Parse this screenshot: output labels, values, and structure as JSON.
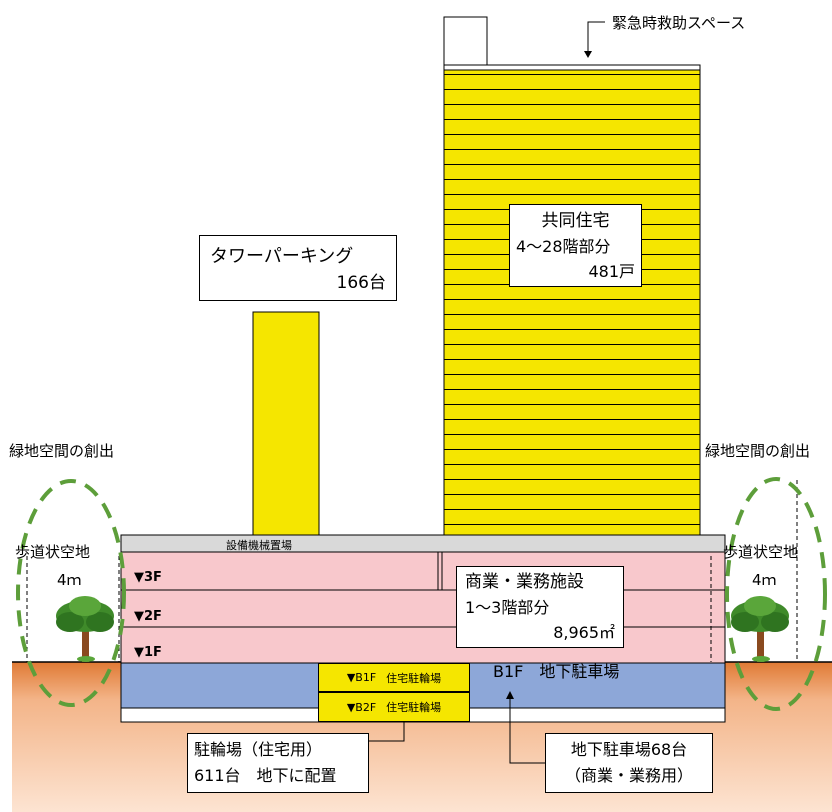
{
  "labels": {
    "emergency_space": "緊急時救助スペース",
    "green_left": "緑地空間の創出",
    "green_right": "緑地空間の創出",
    "sidewalk_left": "歩道状空地",
    "sidewalk_right": "歩道状空地",
    "width_left": "4ｍ",
    "width_right": "4ｍ",
    "machine_room": "設備機械置場",
    "basement_parking": "B1F　地下駐車場"
  },
  "floors": {
    "f3": "▼3F",
    "f2": "▼2F",
    "f1": "▼1F"
  },
  "bike_rows": [
    {
      "floor": "▼B1F",
      "name": "住宅駐輪場"
    },
    {
      "floor": "▼B2F",
      "name": "住宅駐輪場"
    }
  ],
  "boxes": {
    "tower_parking": {
      "line1": "タワーパーキング",
      "line2": "166台"
    },
    "housing": {
      "line1": "共同住宅",
      "line2": "4～28階部分",
      "line3": "481戸"
    },
    "commercial": {
      "line1": "商業・業務施設",
      "line2": "1～3階部分",
      "line3": "8,965㎡"
    },
    "bike_parking": {
      "line1": "駐輪場（住宅用）",
      "line2": "611台　地下に配置"
    },
    "underground_parking": {
      "line1": "地下駐車場68台",
      "line2": "（商業・業務用）"
    }
  },
  "colors": {
    "housing_yellow": "#f5e600",
    "commercial_pink": "#f8c8cc",
    "basement_blue": "#8da7d8",
    "ground_orange": "#e8863a",
    "machine_gray": "#d9d9d9",
    "green_dashed": "#5d9e3a"
  }
}
